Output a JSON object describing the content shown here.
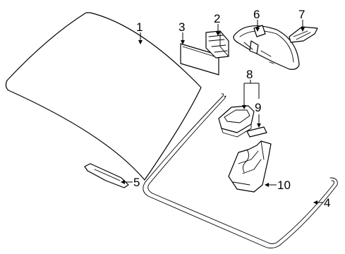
{
  "callouts": [
    {
      "id": "1",
      "text": "1"
    },
    {
      "id": "2",
      "text": "2"
    },
    {
      "id": "3",
      "text": "3"
    },
    {
      "id": "4",
      "text": "4"
    },
    {
      "id": "5",
      "text": "5"
    },
    {
      "id": "6",
      "text": "6"
    },
    {
      "id": "7",
      "text": "7"
    },
    {
      "id": "8",
      "text": "8"
    },
    {
      "id": "9",
      "text": "9"
    },
    {
      "id": "10",
      "text": "10"
    }
  ],
  "colors": {
    "line": "#000000",
    "background": "#ffffff"
  }
}
